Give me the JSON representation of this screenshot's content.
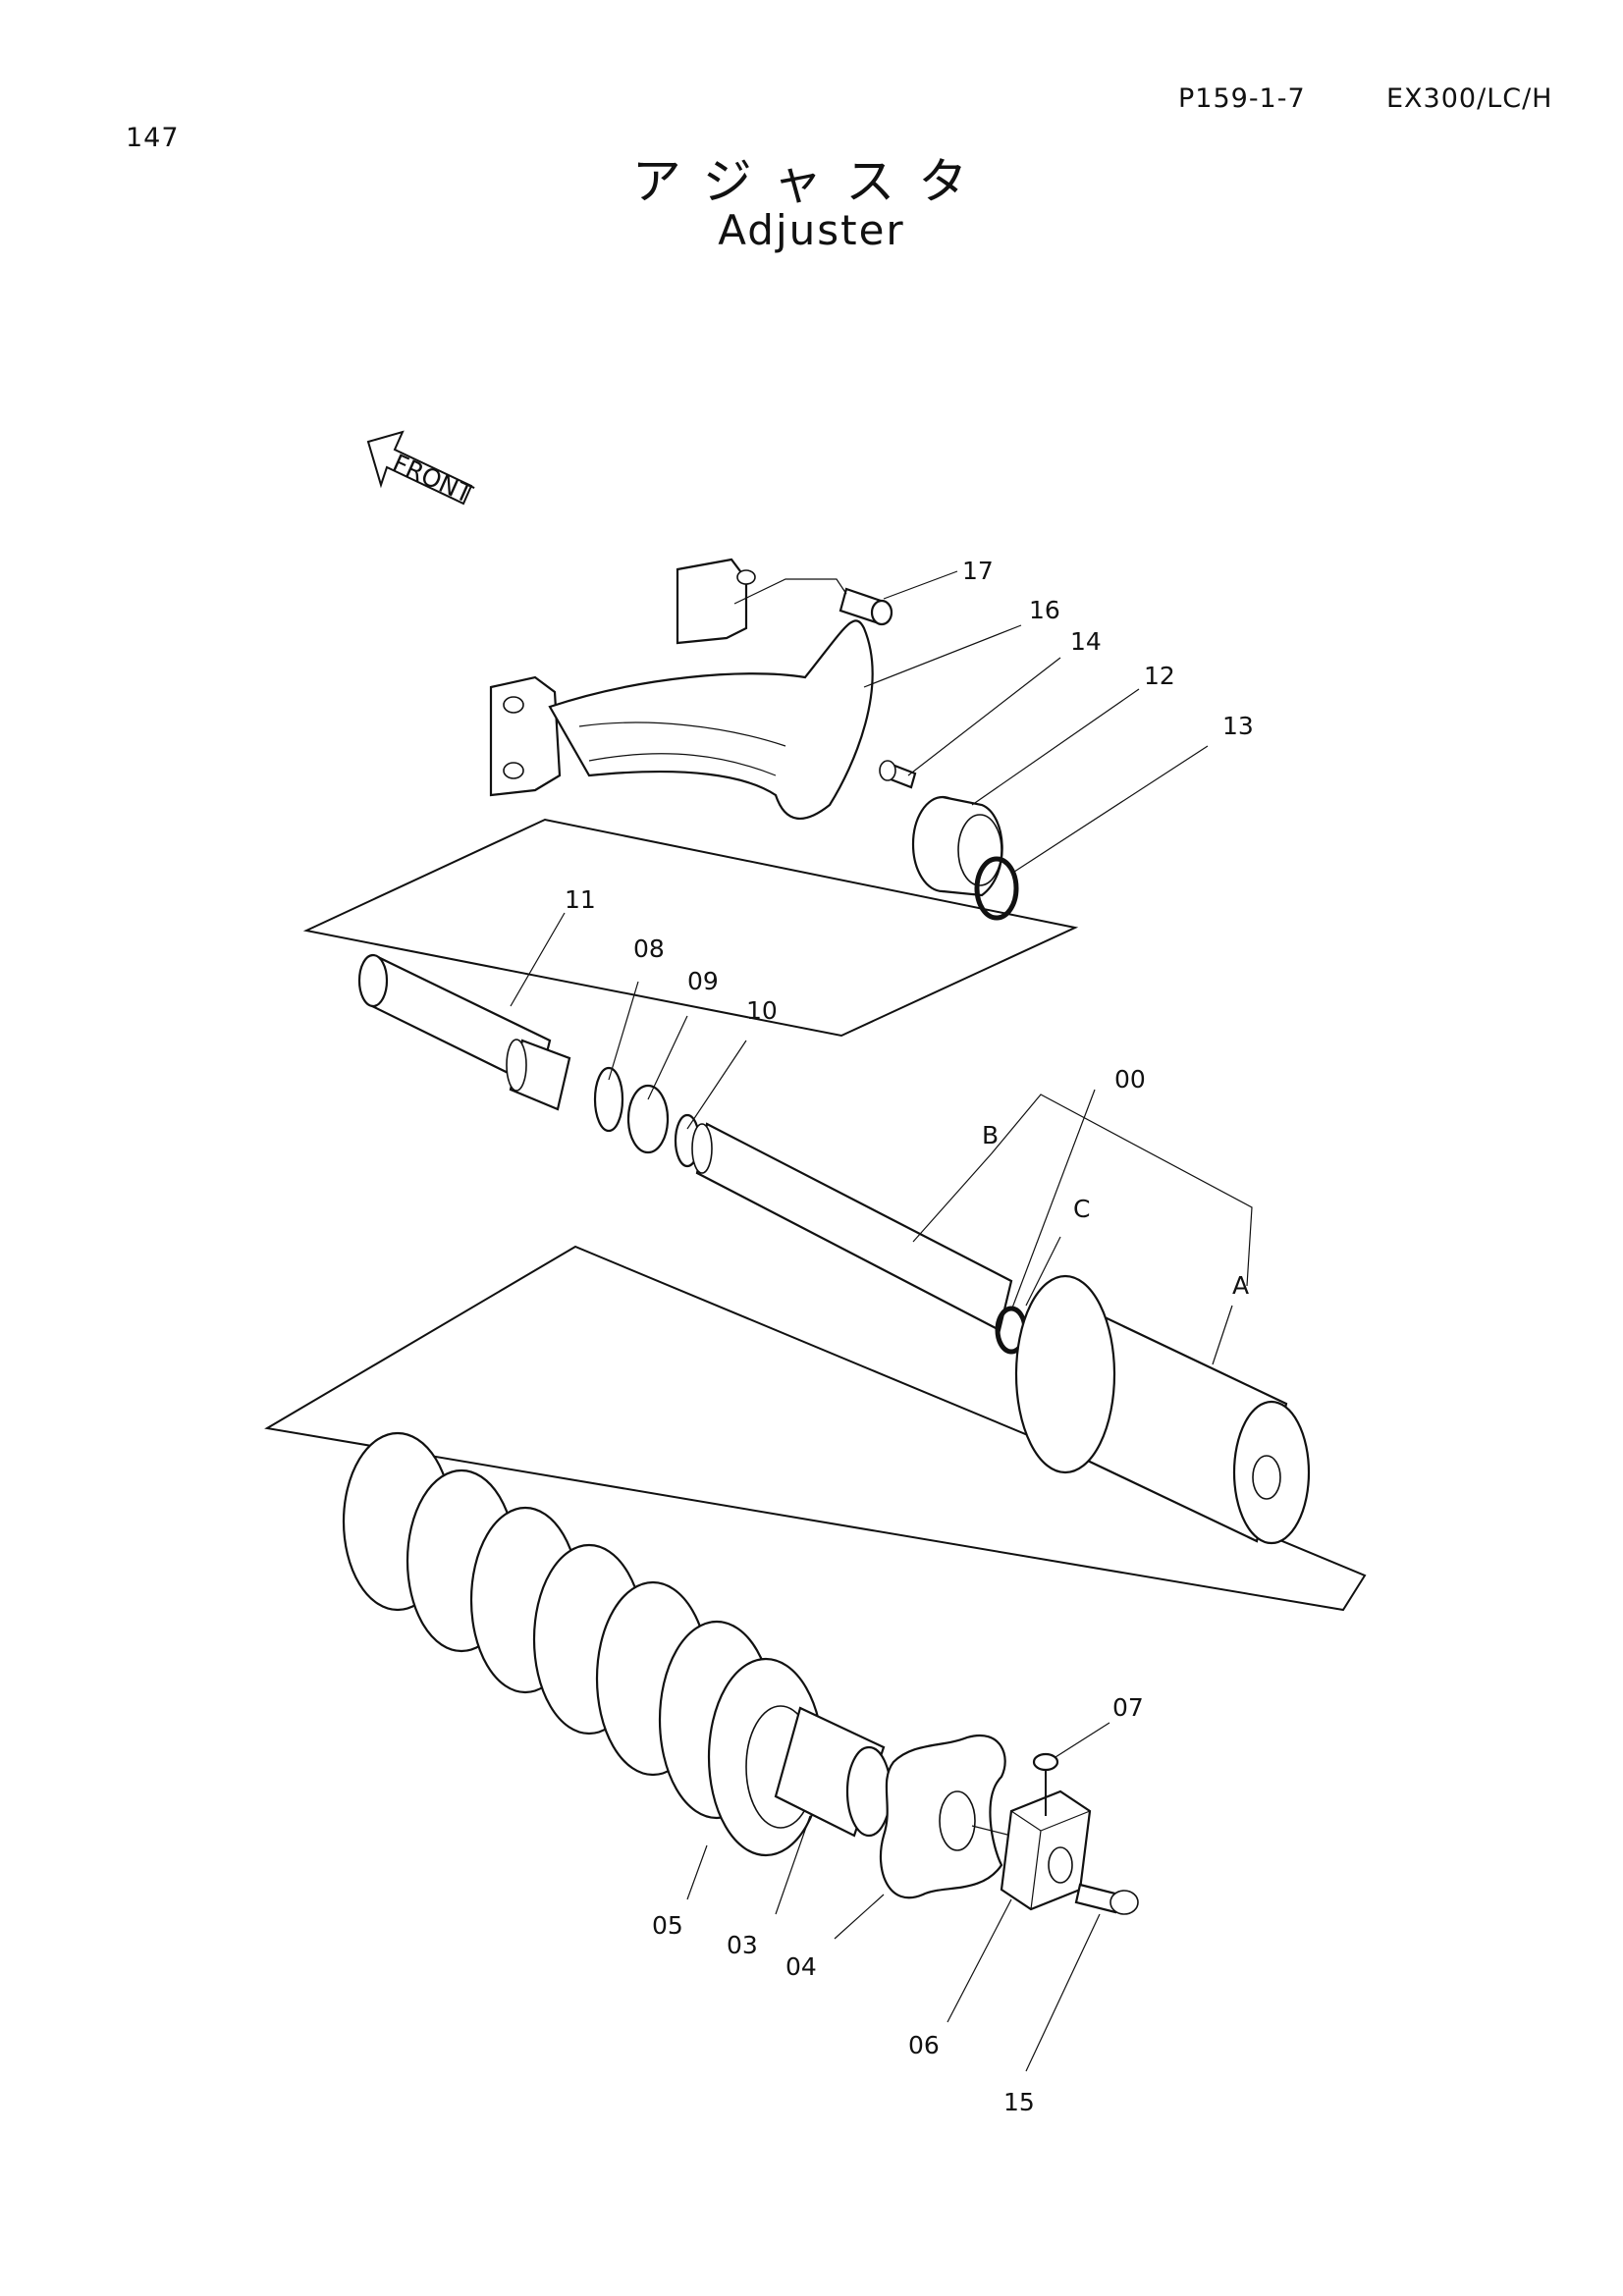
{
  "header": {
    "page_number": "147",
    "page_ref": "P159-1-7",
    "model": "EX300/LC/H"
  },
  "title": {
    "japanese": "アジャスタ",
    "english": "Adjuster"
  },
  "front_label": "FRONT",
  "callouts": {
    "p17": "17",
    "p16": "16",
    "p14": "14",
    "p12": "12",
    "p13": "13",
    "p11": "11",
    "p08": "08",
    "p09": "09",
    "p10": "10",
    "p00": "00",
    "pB": "B",
    "pC": "C",
    "pA": "A",
    "p07": "07",
    "p05": "05",
    "p03": "03",
    "p04": "04",
    "p06": "06",
    "p15": "15"
  }
}
